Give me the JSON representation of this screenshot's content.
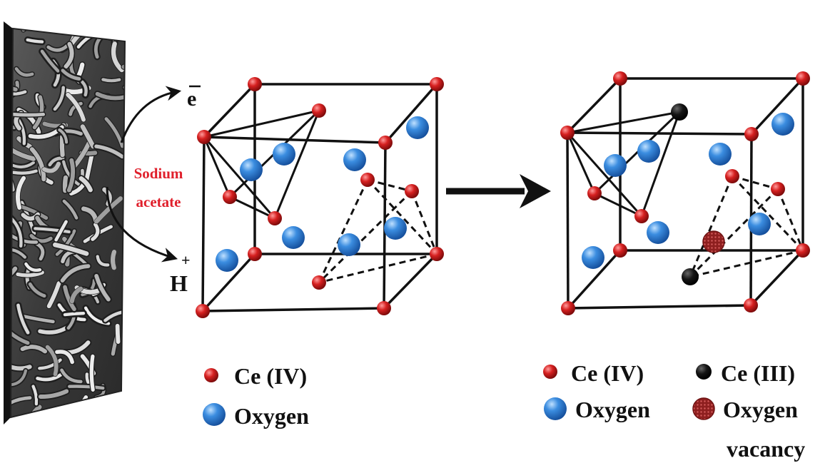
{
  "colors": {
    "ce4": "#cc1f1f",
    "ce3": "#111111",
    "oxygen": "#2f7fd6",
    "vacancy": "#8a1c1c",
    "sodium_acetate_text": "#e0202c"
  },
  "electrode": {
    "kind": "nanostructured-electrode-micrograph"
  },
  "electron_label": "e",
  "proton_label": "H",
  "proton_charge": "+",
  "sodium_acetate": [
    "Sodium",
    "acetate"
  ],
  "legend_left": {
    "ce4": "Ce (IV)",
    "oxygen": "Oxygen"
  },
  "legend_right": {
    "ce4": "Ce (IV)",
    "ce3": "Ce (III)",
    "oxygen": "Oxygen",
    "vacancy_line1": "Oxygen",
    "vacancy_line2": "vacancy"
  }
}
